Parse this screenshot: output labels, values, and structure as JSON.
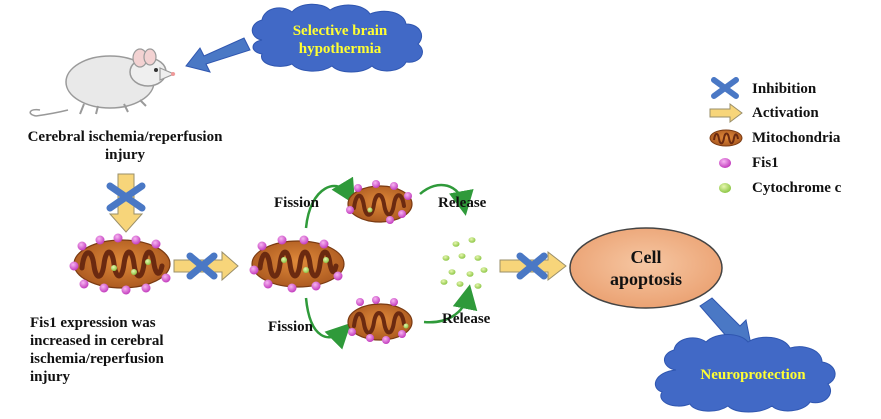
{
  "cloud_top": {
    "line1": "Selective brain",
    "line2": "hypothermia"
  },
  "mouse_caption": {
    "line1": "Cerebral ischemia/reperfusion",
    "line2": "injury"
  },
  "fission_top": "Fission",
  "fission_bottom": "Fission",
  "release_top": "Release",
  "release_bottom": "Release",
  "fis1_caption": {
    "line1": "Fis1 expression was",
    "line2": "increased in cerebral",
    "line3": "ischemia/reperfusion",
    "line4": "injury"
  },
  "apoptosis": {
    "line1": "Cell",
    "line2": "apoptosis"
  },
  "cloud_bottom": "Neuroprotection",
  "legend": {
    "inhibition": "Inhibition",
    "activation": "Activation",
    "mitochondria": "Mitochondria",
    "fis1": "Fis1",
    "cytochrome": "Cytochrome c"
  },
  "colors": {
    "cloud": "#4169c6",
    "cloud_text": "#ffff33",
    "arrow_blue": "#4a78c5",
    "arrow_yellow": "#f7d57a",
    "arrow_green": "#2f9a3a",
    "mito_fill": "#c9742f",
    "mito_crista": "#6b2a10",
    "fis1": "#e070d8",
    "cytochrome": "#b7e07a",
    "apoptosis_fill": "#f2b38a"
  }
}
